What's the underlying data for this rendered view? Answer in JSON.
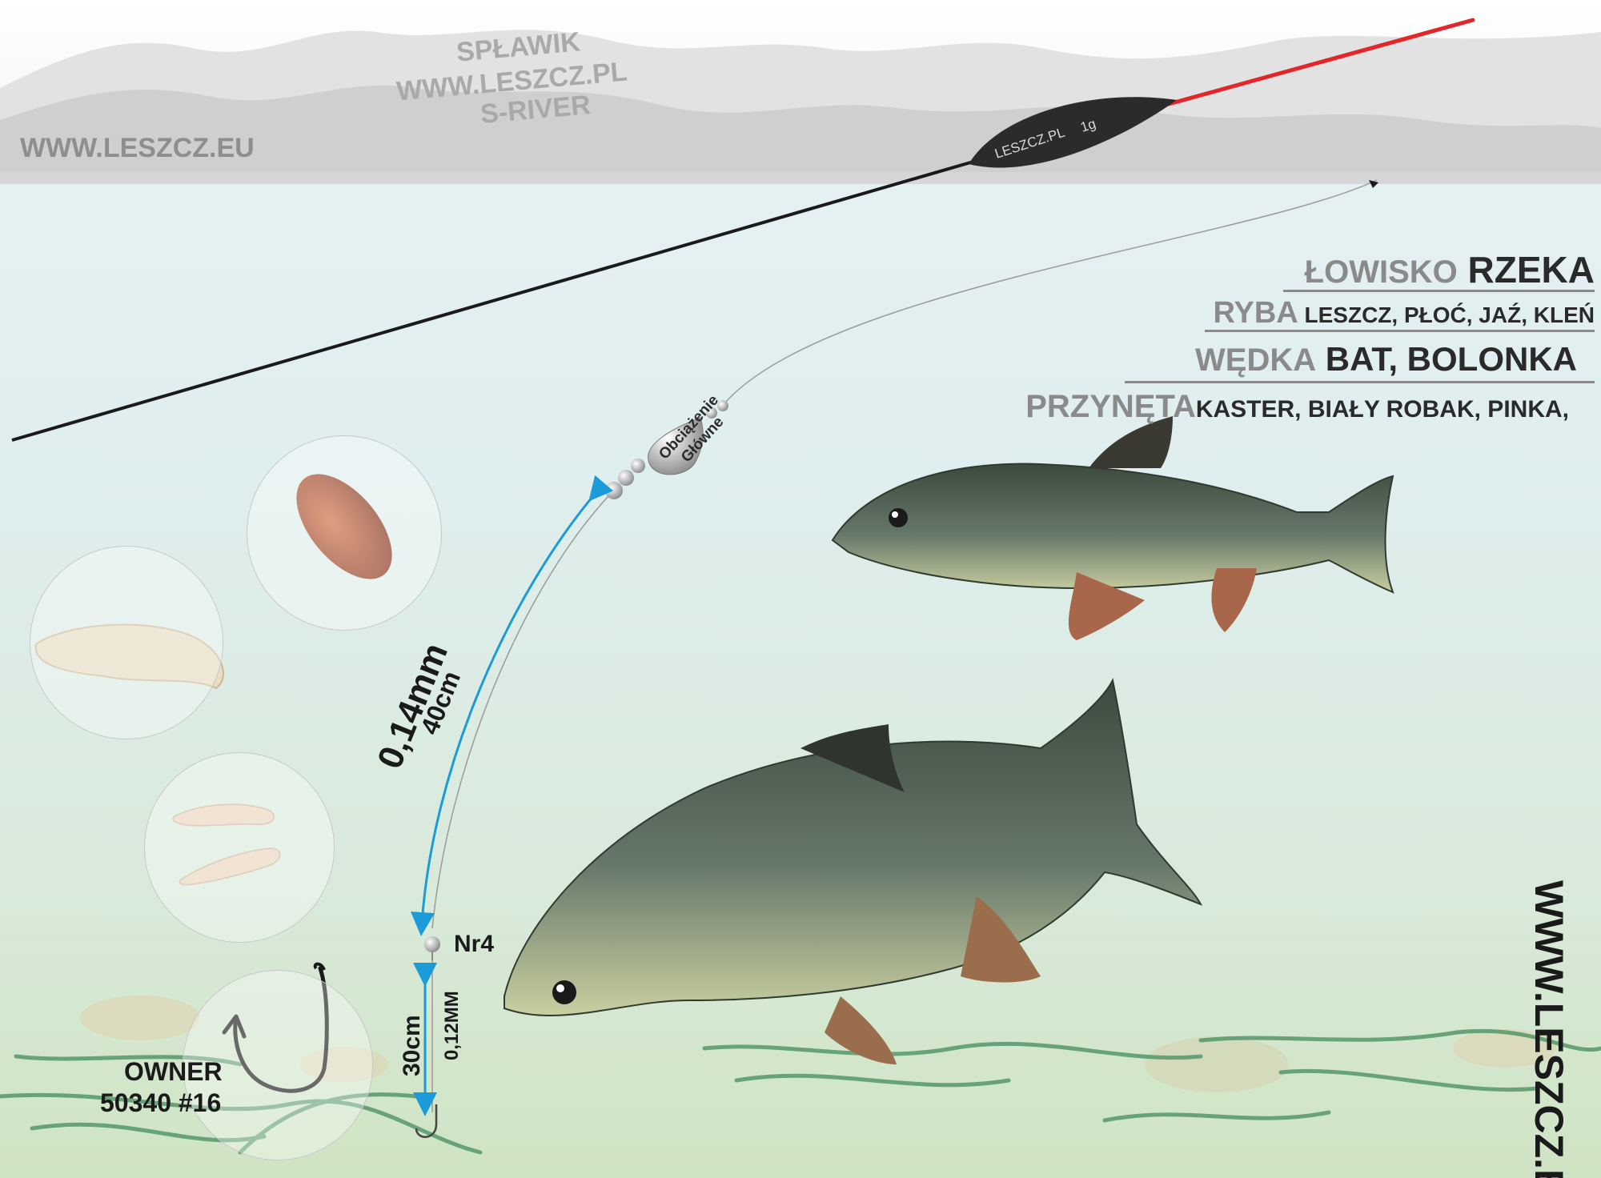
{
  "colors": {
    "mountains": "#c8c8c8",
    "water_top": "#e9f1f4",
    "water_bottom": "#cfe4c3",
    "float_body": "#2b2b2b",
    "float_tip": "#e4262a",
    "rod": "#1a1a1a",
    "arrow": "#1b9bd7",
    "label_grey": "#8a8a8a",
    "label_dark": "#2a2a2a"
  },
  "watermark": {
    "line1": "SPŁAWIK",
    "line2": "WWW.LESZCZ.PL",
    "line3": "S-RIVER",
    "left_site": "WWW.LESZCZ.EU",
    "vertical_site": "WWW.LESZCZ.EU"
  },
  "float": {
    "label": "LESZCZ.PL",
    "weight": "1g"
  },
  "info": {
    "fishery_label": "ŁOWISKO",
    "fishery_value": "RZEKA",
    "fish_label": "RYBA",
    "fish_value": "LESZCZ, PŁOĆ, JAŹ, KLEŃ",
    "rod_label": "WĘDKA",
    "rod_value": "BAT, BOLONKA",
    "bait_label": "PRZYNĘTA",
    "bait_value": "KASTER, BIAŁY ROBAK, PINKA,"
  },
  "rig": {
    "main_weight_line1": "Obciążenie",
    "main_weight_line2": "Główne",
    "mainline_diameter": "0,14mm",
    "mainline_length": "40cm",
    "dropper_shot": "Nr4",
    "hooklength_length": "30cm",
    "hooklength_diameter": "0,12MM",
    "hook_brand": "OWNER",
    "hook_model": "50340 #16"
  },
  "icons": [
    "caster-icon",
    "maggot-icon",
    "pinkie-icon",
    "hook-icon",
    "fish-icon",
    "float-icon",
    "rod-icon"
  ]
}
